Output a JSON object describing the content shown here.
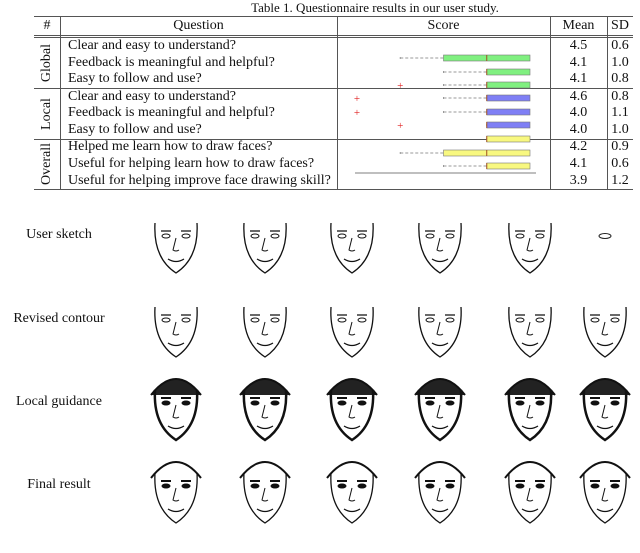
{
  "table": {
    "caption": "Table 1. Questionnaire results in our user study.",
    "headers": {
      "num": "#",
      "question": "Question",
      "score": "Score",
      "mean": "Mean",
      "sd": "SD"
    },
    "groups": [
      {
        "label": "Global",
        "color": "#80f080",
        "rows": [
          {
            "question": "Clear and easy to understand?",
            "mean": "4.5",
            "sd": "0.6",
            "box": {
              "whisker_low": 2,
              "q1": 3,
              "median": 4,
              "q3": 5,
              "outliers": []
            }
          },
          {
            "question": "Feedback is meaningful and helpful?",
            "mean": "4.1",
            "sd": "1.0",
            "box": {
              "whisker_low": 3,
              "q1": 4,
              "median": 4,
              "q3": 5,
              "outliers": []
            }
          },
          {
            "question": "Easy to follow and use?",
            "mean": "4.1",
            "sd": "0.8",
            "box": {
              "whisker_low": 3,
              "q1": 4,
              "median": 4,
              "q3": 5,
              "outliers": [
                2
              ]
            }
          }
        ]
      },
      {
        "label": "Local",
        "color": "#7f7ff5",
        "rows": [
          {
            "question": "Clear and easy to understand?",
            "mean": "4.6",
            "sd": "0.8",
            "box": {
              "whisker_low": 3,
              "q1": 4,
              "median": 4,
              "q3": 5,
              "outliers": [
                1
              ]
            }
          },
          {
            "question": "Feedback is meaningful and helpful?",
            "mean": "4.0",
            "sd": "1.1",
            "box": {
              "whisker_low": 3,
              "q1": 4,
              "median": 4,
              "q3": 5,
              "outliers": [
                1
              ]
            }
          },
          {
            "question": "Easy to follow and use?",
            "mean": "4.0",
            "sd": "1.0",
            "box": {
              "whisker_low": 4,
              "q1": 4,
              "median": 4,
              "q3": 5,
              "outliers": [
                2
              ]
            }
          }
        ]
      },
      {
        "label": "Overall",
        "color": "#f8f880",
        "rows": [
          {
            "question": "Helped me learn how to draw faces?",
            "mean": "4.2",
            "sd": "0.9",
            "box": {
              "whisker_low": 4,
              "q1": 4,
              "median": 4,
              "q3": 5,
              "outliers": []
            }
          },
          {
            "question": "Useful for helping learn how to draw faces?",
            "mean": "4.1",
            "sd": "0.6",
            "box": {
              "whisker_low": 2,
              "q1": 3,
              "median": 4,
              "q3": 5,
              "outliers": []
            }
          },
          {
            "question": "Useful for helping improve face drawing skill?",
            "mean": "3.9",
            "sd": "1.2",
            "box": {
              "whisker_low": 3,
              "q1": 4,
              "median": 4,
              "q3": 5,
              "outliers": []
            }
          }
        ]
      }
    ],
    "score_range": [
      1,
      5
    ],
    "outlier_color": "#e02020"
  },
  "figure": {
    "rows": [
      {
        "label": "User sketch",
        "style": "sketch"
      },
      {
        "label": "Revised contour",
        "style": "contour"
      },
      {
        "label": "Local guidance",
        "style": "shaded"
      },
      {
        "label": "Final result",
        "style": "final"
      }
    ],
    "columns": 6
  }
}
